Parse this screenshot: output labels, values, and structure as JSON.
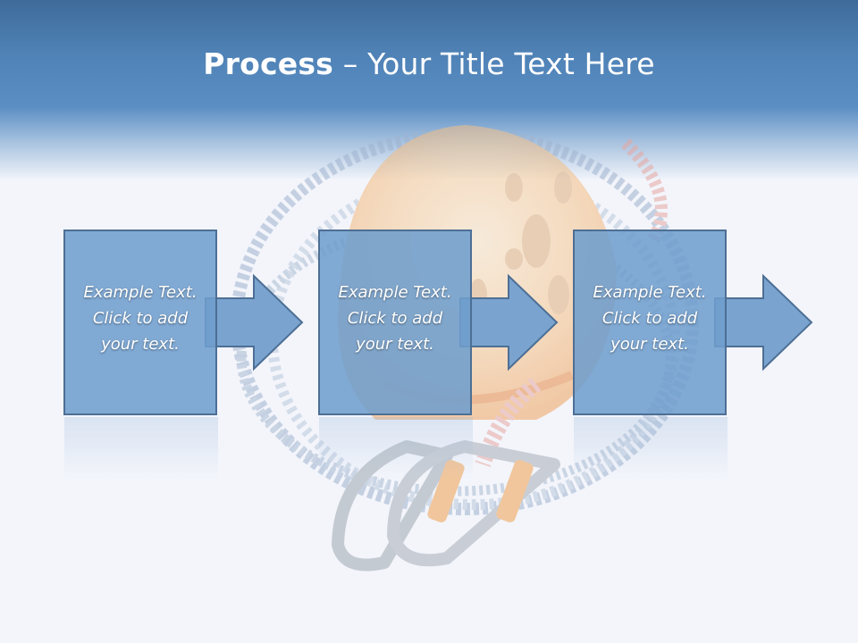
{
  "slide": {
    "title_bold": "Process",
    "title_rest": " – Your Title Text Here"
  },
  "steps": [
    {
      "text": "Example Text.\nClick  to add\nyour text."
    },
    {
      "text": "Example Text.\nClick  to add\nyour text."
    },
    {
      "text": "Example Text.\nClick  to add\nyour text."
    }
  ],
  "colors": {
    "header": "#4f82b6",
    "box_fill": "#6f9ecd",
    "box_border": "#4d6f95",
    "helmet": "#f2a65a"
  },
  "icons": {
    "background": "climbing-gear-image",
    "arrow": "right-arrow-icon"
  }
}
